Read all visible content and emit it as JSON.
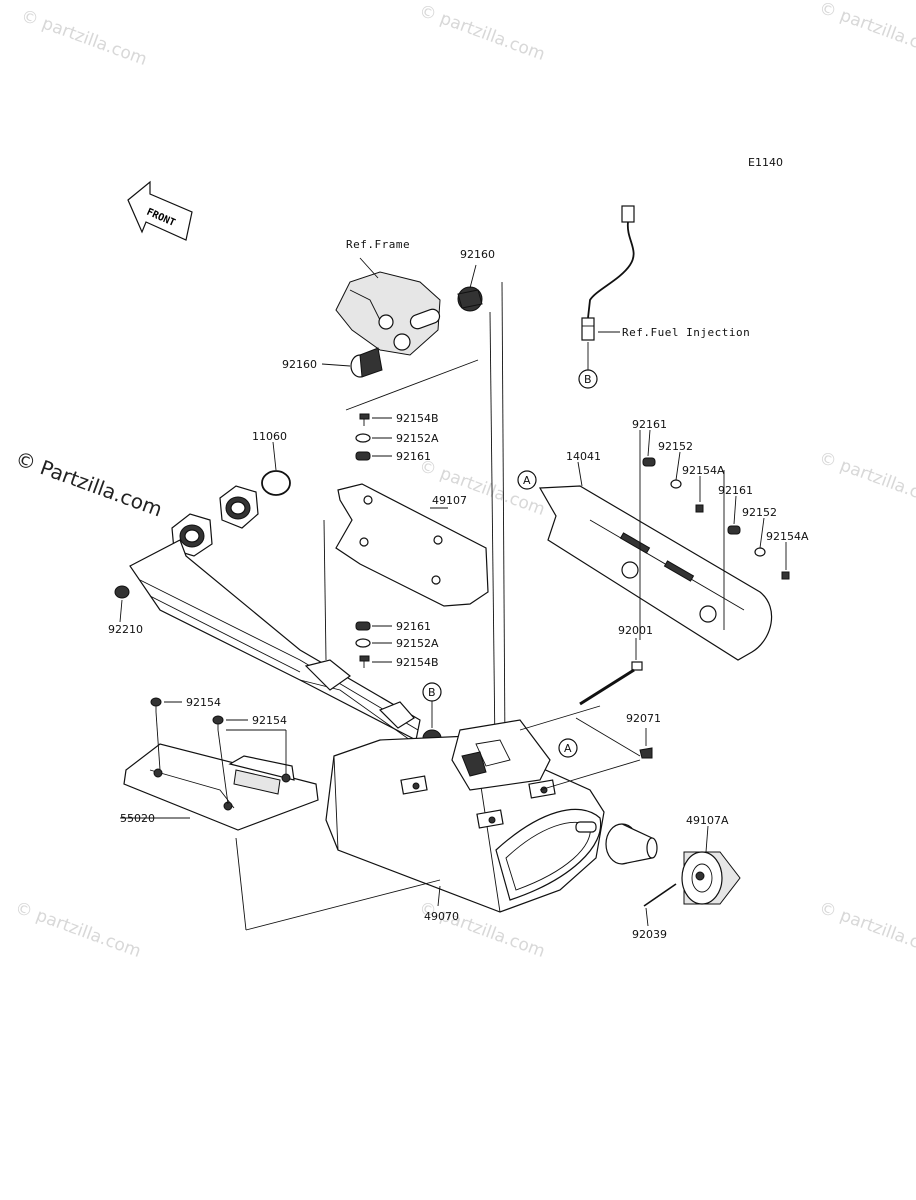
{
  "diagram_code": "E1140",
  "front_label": "FRONT",
  "watermark": "© Partzilla.com",
  "watermark_short": "© partzilla.com",
  "refs": {
    "frame": "Ref.Frame",
    "fuel_injection": "Ref.Fuel Injection"
  },
  "callouts": {
    "a": "A",
    "b": "B"
  },
  "parts": {
    "p92160_top": "92160",
    "p92160_left": "92160",
    "p92154B_top": "92154B",
    "p92152A_top": "92152A",
    "p92161_top": "92161",
    "p11060": "11060",
    "p49107": "49107",
    "p14041": "14041",
    "p92161_r1": "92161",
    "p92152_r1": "92152",
    "p92154A_r1": "92154A",
    "p92161_r2": "92161",
    "p92152_r2": "92152",
    "p92154A_r2": "92154A",
    "p92210": "92210",
    "p92161_mid": "92161",
    "p92152A_mid": "92152A",
    "p92154B_mid": "92154B",
    "p92001": "92001",
    "p92154_a": "92154",
    "p92154_b": "92154",
    "p92071": "92071",
    "p55020": "55020",
    "p49107A": "49107A",
    "p49070": "49070",
    "p92039": "92039"
  }
}
